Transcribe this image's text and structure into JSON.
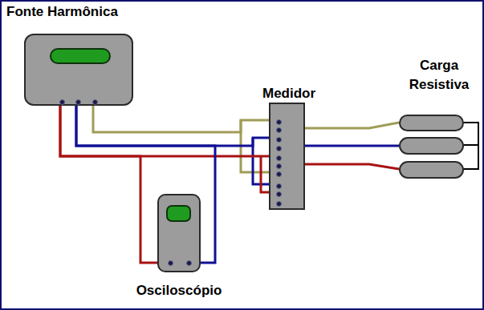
{
  "diagram": {
    "nodes": [
      {
        "text": [
          "Fonte Harmônica"
        ]
      },
      {
        "text": [
          "Medidor"
        ]
      },
      {
        "text": [
          "Carga Resistiva"
        ]
      },
      {
        "text": [
          "Osciloscópio"
        ]
      }
    ],
    "edges": [
      {
        "from": 0,
        "to": 1,
        "arrow": "none"
      },
      {
        "from": 0,
        "to": 1,
        "arrow": "none"
      },
      {
        "from": 0,
        "to": 1,
        "arrow": "none"
      },
      {
        "from": 1,
        "to": 2,
        "arrow": "none"
      },
      {
        "from": 1,
        "to": 2,
        "arrow": "none"
      },
      {
        "from": 1,
        "to": 2,
        "arrow": "none"
      },
      {
        "from": 0,
        "to": 3,
        "arrow": "none"
      },
      {
        "from": 0,
        "to": 3,
        "arrow": "none"
      }
    ]
  }
}
